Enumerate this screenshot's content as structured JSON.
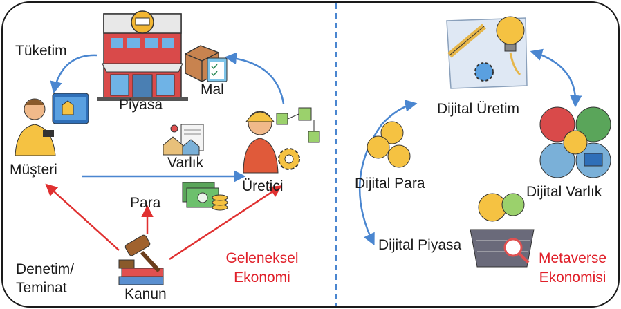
{
  "left": {
    "labels": {
      "tuketim": "Tüketim",
      "piyasa": "Piyasa",
      "mal": "Mal",
      "musteri": "Müşteri",
      "varlik": "Varlık",
      "uretici": "Üretici",
      "para": "Para",
      "denetim": "Denetim/",
      "teminat": "Teminat",
      "kanun": "Kanun"
    },
    "title_line1": "Geleneksel",
    "title_line2": "Ekonomi"
  },
  "right": {
    "labels": {
      "dijital_uretim": "Dijital Üretim",
      "dijital_para": "Dijital Para",
      "dijital_varlik": "Dijital Varlık",
      "dijital_piyasa": "Dijital Piyasa"
    },
    "title_line1": "Metaverse",
    "title_line2": "Ekonomisi"
  },
  "colors": {
    "blue_arrow": "#4a86d0",
    "red_arrow": "#e03030",
    "title_red": "#e0202a",
    "divider": "#4a86d0"
  }
}
